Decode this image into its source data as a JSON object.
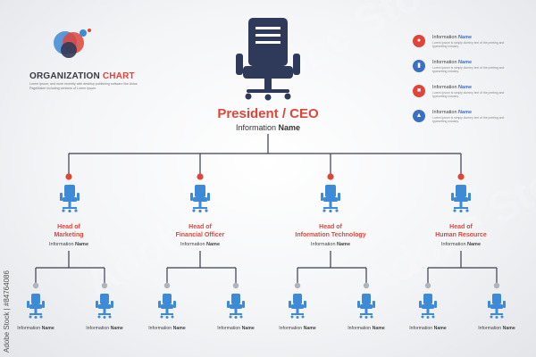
{
  "header": {
    "title_part1": "ORGANIZATION ",
    "title_part2": "CHART",
    "description": "Lorem Ipsum, and more recently with desktop publishing software like Aldus PageMaker including versions of Lorem Ipsum."
  },
  "ceo": {
    "title": "President / CEO",
    "info_label": "Information ",
    "info_name": "Name"
  },
  "heads": [
    {
      "line1": "Head of",
      "line2": "Marketing",
      "info_label": "Information ",
      "info_name": "Name"
    },
    {
      "line1": "Head of",
      "line2": "Financial Officer",
      "info_label": "Information ",
      "info_name": "Name"
    },
    {
      "line1": "Head of",
      "line2": "Information Technology",
      "info_label": "Information ",
      "info_name": "Name"
    },
    {
      "line1": "Head of",
      "line2": "Human Resource",
      "info_label": "Information ",
      "info_name": "Name"
    }
  ],
  "subordinates": [
    {
      "info_label": "Information ",
      "info_name": "Name"
    },
    {
      "info_label": "Information ",
      "info_name": "Name"
    },
    {
      "info_label": "Information ",
      "info_name": "Name"
    },
    {
      "info_label": "Information ",
      "info_name": "Name"
    },
    {
      "info_label": "Information ",
      "info_name": "Name"
    },
    {
      "info_label": "Information ",
      "info_name": "Name"
    },
    {
      "info_label": "Information ",
      "info_name": "Name"
    },
    {
      "info_label": "Information ",
      "info_name": "Name"
    }
  ],
  "legend": [
    {
      "label": "Information ",
      "name": "Name",
      "desc": "Lorem Ipsum is simply dummy text of the printing and typesetting industry.",
      "icon": "cart-icon",
      "color": "#e0453a"
    },
    {
      "label": "Information ",
      "name": "Name",
      "desc": "Lorem Ipsum is simply dummy text of the printing and typesetting industry.",
      "icon": "chart-icon",
      "color": "#3b6fc4"
    },
    {
      "label": "Information ",
      "name": "Name",
      "desc": "Lorem Ipsum is simply dummy text of the printing and typesetting industry.",
      "icon": "briefcase-icon",
      "color": "#e0453a"
    },
    {
      "label": "Information ",
      "name": "Name",
      "desc": "Lorem Ipsum is simply dummy text of the printing and typesetting industry.",
      "icon": "network-icon",
      "color": "#3b6fc4"
    }
  ],
  "watermark": {
    "stock_id": "Adobe Stock | #84764086"
  },
  "colors": {
    "accent_red": "#e0453a",
    "accent_blue": "#3b6fc4",
    "chair_dark": "#2f3a5a",
    "chair_blue": "#3d8ad6",
    "connector_gray": "#b0b4bc",
    "line": "#3a3f4f"
  }
}
